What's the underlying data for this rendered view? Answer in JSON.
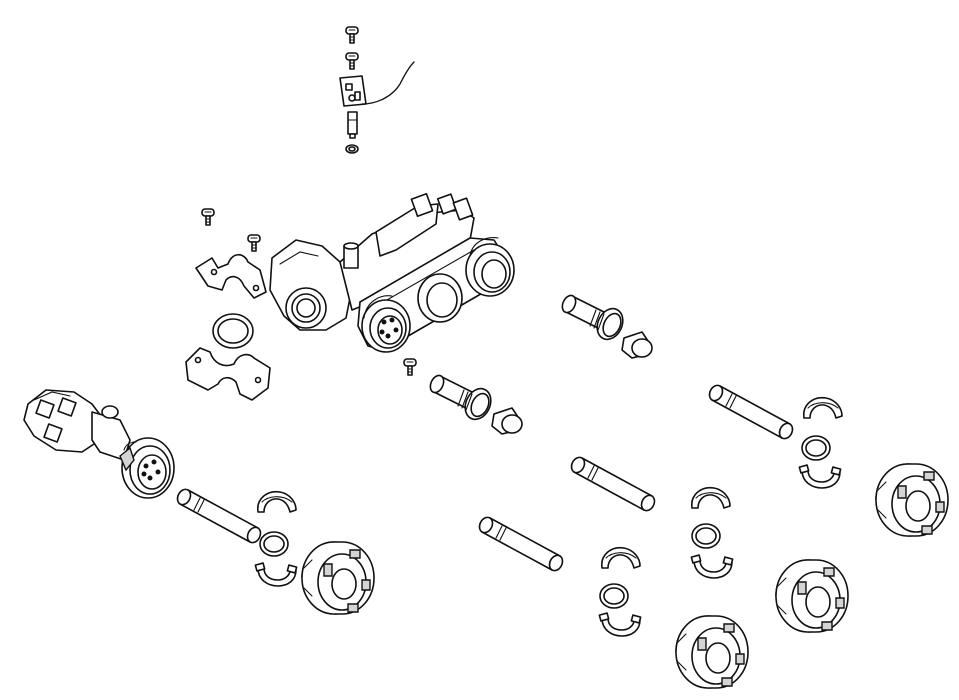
{
  "diagram": {
    "kind": "exploded-view parts drawing",
    "parts": [
      {
        "id": "sensor-assembly",
        "icon": "sensor-probe-icon"
      },
      {
        "id": "valve-body",
        "icon": "valve-body-icon"
      },
      {
        "id": "bypass-valve",
        "icon": "bypass-valve-icon"
      },
      {
        "id": "clip-upper",
        "icon": "clamp-clip-icon"
      },
      {
        "id": "clip-lower",
        "icon": "clamp-clip-icon"
      },
      {
        "id": "o-ring",
        "icon": "o-ring-icon"
      },
      {
        "id": "screws",
        "icon": "screw-icon"
      },
      {
        "id": "cartridges",
        "icon": "cartridge-icon"
      },
      {
        "id": "end-caps",
        "icon": "end-cap-icon"
      },
      {
        "id": "connector-tubes",
        "icon": "tube-icon"
      },
      {
        "id": "split-rings",
        "icon": "split-ring-icon"
      },
      {
        "id": "nuts",
        "icon": "nut-icon"
      }
    ],
    "colors": {
      "line": "#111111",
      "fill": "#ffffff",
      "shade": "#d4d4d4"
    }
  }
}
